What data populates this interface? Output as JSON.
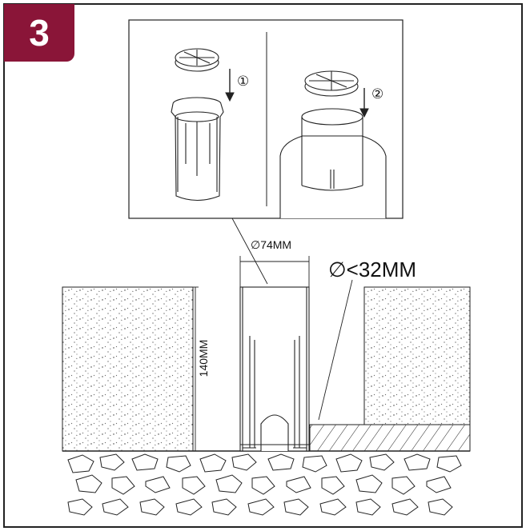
{
  "badge": {
    "number": "3",
    "color": "#8a1538"
  },
  "steps": {
    "step1": "①",
    "step2": "②"
  },
  "dimensions": {
    "cap_diameter": "∅74MM",
    "hole_diameter": "∅<32MM",
    "depth": "140MM"
  },
  "icons": [
    "arrow-down-icon",
    "arrow-down-icon"
  ]
}
